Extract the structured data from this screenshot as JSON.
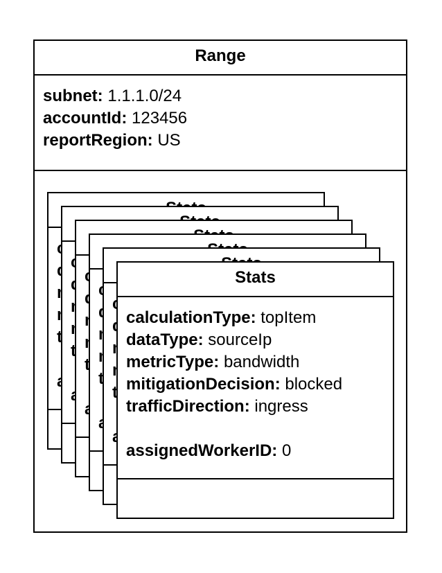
{
  "range": {
    "title": "Range",
    "attributes": [
      {
        "key": "subnet:",
        "value": "1.1.1.0/24"
      },
      {
        "key": "accountId:",
        "value": "123456"
      },
      {
        "key": "reportRegion:",
        "value": "US"
      }
    ]
  },
  "stats": {
    "title": "Stats",
    "attributes": [
      {
        "key": "calculationType:",
        "value": "topItem"
      },
      {
        "key": "dataType:",
        "value": "sourceIp"
      },
      {
        "key": "metricType:",
        "value": "bandwidth"
      },
      {
        "key": "mitigationDecision:",
        "value": "blocked"
      },
      {
        "key": "trafficDirection:",
        "value": "ingress"
      }
    ],
    "worker": {
      "key": "assignedWorkerID:",
      "value": "0"
    }
  }
}
